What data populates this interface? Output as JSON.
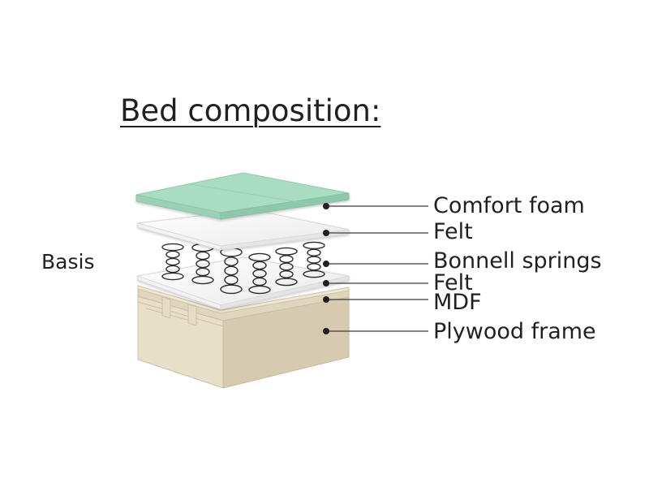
{
  "title": "Bed composition:",
  "side_label": "Basis",
  "layers": [
    {
      "label": "Comfort foam"
    },
    {
      "label": "Felt"
    },
    {
      "label": "Bonnell springs"
    },
    {
      "label": "Felt"
    },
    {
      "label": "MDF"
    },
    {
      "label": "Plywood frame"
    }
  ],
  "colors": {
    "foam": "#a8dcc3",
    "felt": "#ffffff",
    "wood": "#ddd3bd",
    "text": "#231f20"
  }
}
